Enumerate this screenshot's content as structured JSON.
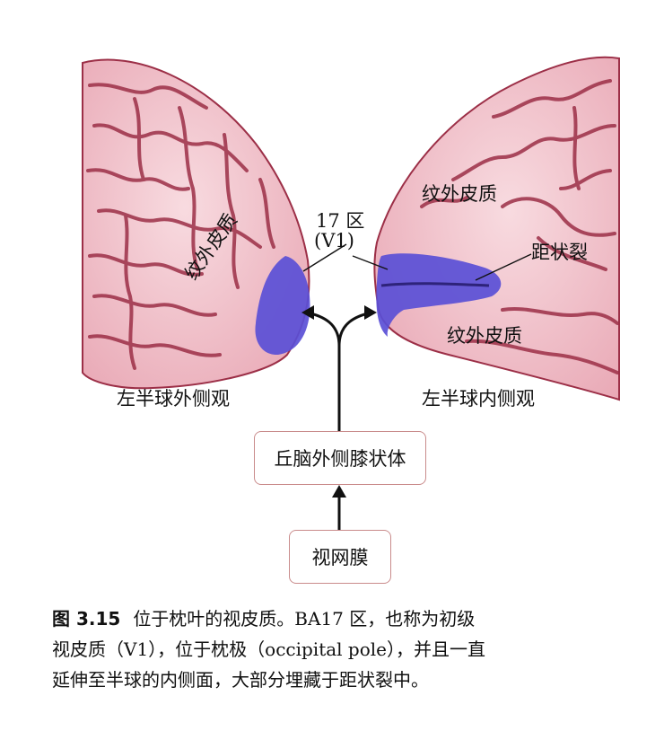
{
  "labels": {
    "area17": "17 区",
    "v1": "(V1)",
    "extrastriate_top_right": "纹外皮质",
    "calcarine": "距状裂",
    "extrastriate_bottom_right": "纹外皮质",
    "extrastriate_left": "纹外皮质",
    "lateral_view": "左半球外侧观",
    "medial_view": "左半球内侧观"
  },
  "boxes": {
    "lgn": "丘脑外侧膝状体",
    "retina": "视网膜"
  },
  "caption": {
    "figure_number": "图 3.15",
    "line1": "位于枕叶的视皮质。BA17 区，也称为初级",
    "line2": "视皮质（V1），位于枕极（occipital pole），并且一直",
    "line3": "延伸至半球的内侧面，大部分埋藏于距状裂中。"
  },
  "colors": {
    "brain_fill": "#f3c7cf",
    "brain_sulcus": "#9c2f47",
    "v1_purple": "#5a4fd6",
    "box_border": "#c98b8b"
  }
}
